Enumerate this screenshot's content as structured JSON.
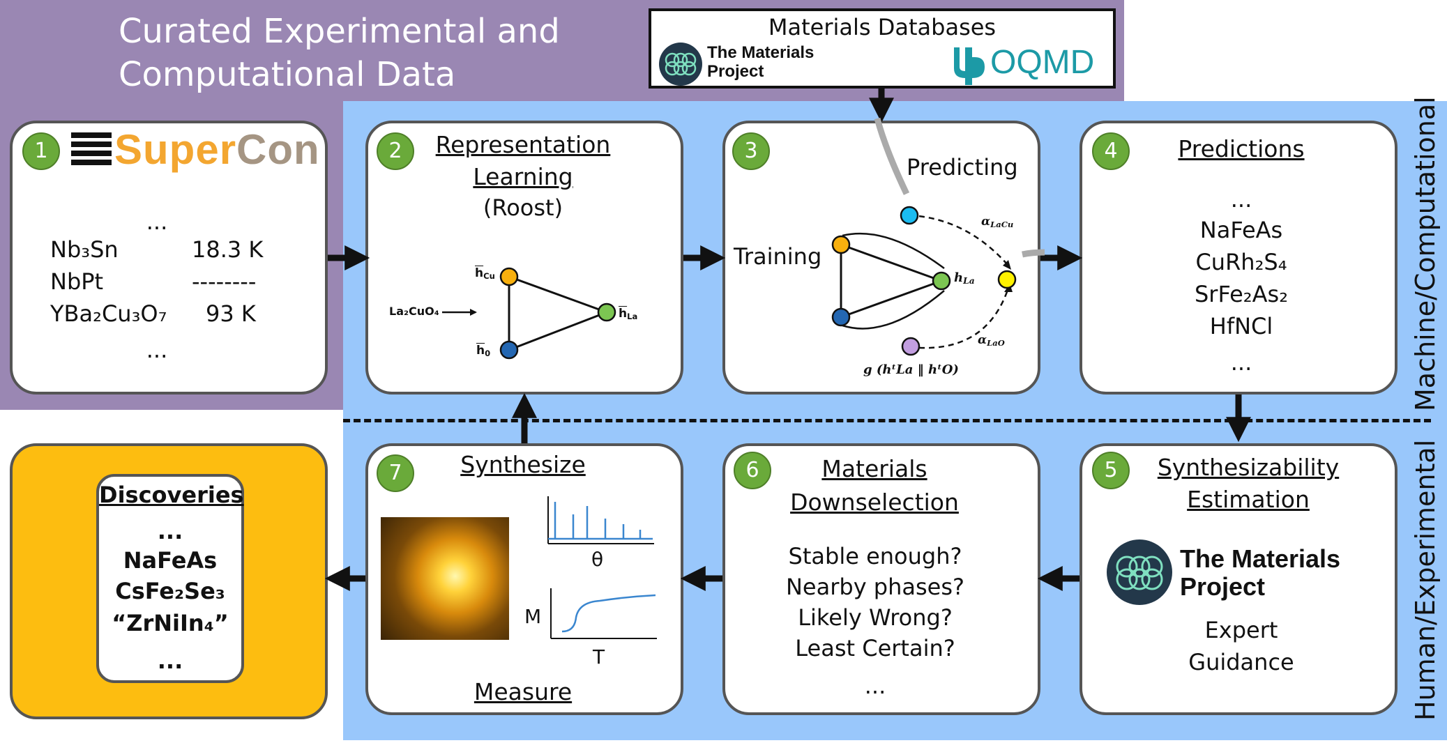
{
  "purple_title": {
    "line1": "Curated Experimental and",
    "line2": "Computational Data"
  },
  "databases": {
    "title": "Materials Databases",
    "mp_line1": "The Materials",
    "mp_line2": "Project",
    "oqmd": "OQMD"
  },
  "side_labels": {
    "top": "Machine/Computational",
    "bottom": "Human/Experimental"
  },
  "steps": {
    "s1": {
      "num": "1",
      "logo_super": "Super",
      "logo_con": "Con",
      "dots_top": "...",
      "dots_bottom": "...",
      "rows": [
        {
          "formula": "Nb₃Sn",
          "tc": "18.3 K"
        },
        {
          "formula": "NbPt",
          "tc": "--------"
        },
        {
          "formula": "YBa₂Cu₃O₇",
          "tc": "93 K"
        }
      ]
    },
    "s2": {
      "num": "2",
      "title1": "Representation",
      "title2": "Learning",
      "sub": "(Roost)",
      "input": "La₂CuO₄",
      "h_cu": "h",
      "h_cu_sub": "Cu",
      "h_la": "h",
      "h_la_sub": "La",
      "h_0": "h",
      "h_0_sub": "0"
    },
    "s3": {
      "num": "3",
      "predicting": "Predicting",
      "training": "Training",
      "h_la": "h",
      "h_la_sub": "La",
      "h_la_sup": "t",
      "alpha_cu": "α",
      "alpha_cu_sub": "LaCu",
      "alpha_o": "α",
      "alpha_o_sub": "LaO",
      "g_expr": "g (hᵗLa ‖ hᵗO)"
    },
    "s4": {
      "num": "4",
      "title": "Predictions",
      "items": [
        "...",
        "NaFeAs",
        "CuRh₂S₄",
        "SrFe₂As₂",
        "HfNCl",
        "..."
      ]
    },
    "s5": {
      "num": "5",
      "title1": "Synthesizability",
      "title2": "Estimation",
      "mp_line1": "The Materials",
      "mp_line2": "Project",
      "line1": "Expert",
      "line2": "Guidance"
    },
    "s6": {
      "num": "6",
      "title1": "Materials",
      "title2": "Downselection",
      "items": [
        "Stable enough?",
        "Nearby phases?",
        "Likely Wrong?",
        "Least Certain?",
        "..."
      ]
    },
    "s7": {
      "num": "7",
      "title": "Synthesize",
      "bottom": "Measure",
      "theta": "θ",
      "m_label": "M",
      "t_label": "T"
    }
  },
  "discoveries": {
    "title": "Discoveries",
    "items": [
      "...",
      "NaFeAs",
      "CsFe₂Se₃",
      "“ZrNiIn₄”",
      "..."
    ]
  },
  "colors": {
    "purple": "#9a87b3",
    "blue": "#99c7fb",
    "green": "#6aaa3a",
    "gold": "#fdbd10",
    "node_orange": "#f8b00e",
    "node_blue": "#2467b2",
    "node_green": "#7cc652",
    "node_cyan": "#1bbcf1",
    "node_yellow": "#fff200",
    "node_purple": "#c29ee0"
  }
}
